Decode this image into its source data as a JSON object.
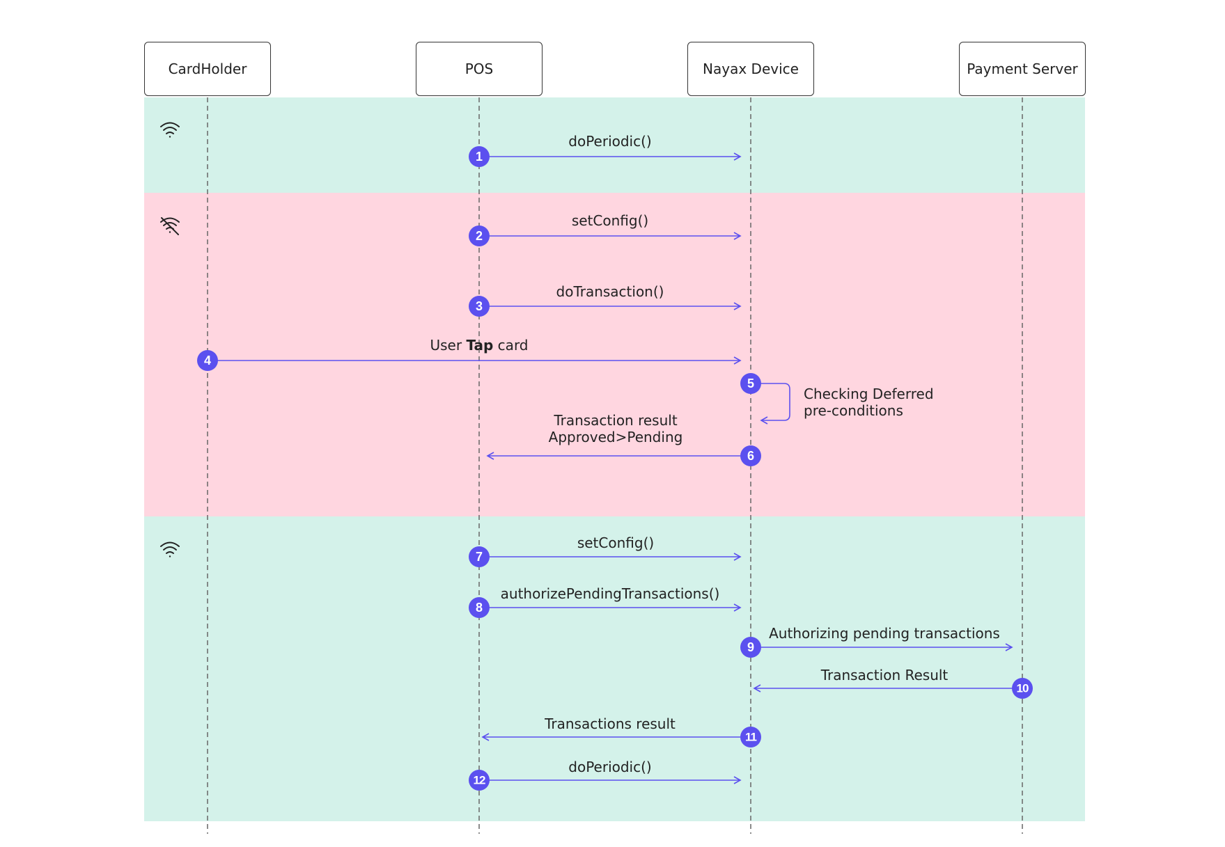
{
  "colors": {
    "online_band": "#d4f2ea",
    "offline_band": "#ffd6e0",
    "arrow": "#5b50ef",
    "badge": "#5b50ef",
    "lifeline": "#666666",
    "box_border": "#333333"
  },
  "actors": [
    {
      "id": "cardholder",
      "label": "CardHolder"
    },
    {
      "id": "pos",
      "label": "POS"
    },
    {
      "id": "nayax",
      "label": "Nayax Device"
    },
    {
      "id": "server",
      "label": "Payment Server"
    }
  ],
  "bands": [
    {
      "state": "online",
      "icon": "wifi-icon"
    },
    {
      "state": "offline",
      "icon": "wifi-off-icon"
    },
    {
      "state": "online",
      "icon": "wifi-icon"
    }
  ],
  "messages": [
    {
      "num": "1",
      "from": "pos",
      "to": "nayax",
      "label": "doPeriodic()"
    },
    {
      "num": "2",
      "from": "pos",
      "to": "nayax",
      "label": "setConfig()"
    },
    {
      "num": "3",
      "from": "pos",
      "to": "nayax",
      "label": "doTransaction()"
    },
    {
      "num": "4",
      "from": "cardholder",
      "to": "nayax",
      "label_pre": "User ",
      "label_bold": "Tap",
      "label_post": " card"
    },
    {
      "num": "5",
      "from": "nayax",
      "to": "nayax",
      "label_line1": "Checking Deferred",
      "label_line2": "pre-conditions"
    },
    {
      "num": "6",
      "from": "nayax",
      "to": "pos",
      "label_line1": "Transaction result",
      "label_line2": "Approved>Pending"
    },
    {
      "num": "7",
      "from": "pos",
      "to": "nayax",
      "label": "setConfig()"
    },
    {
      "num": "8",
      "from": "pos",
      "to": "nayax",
      "label": "authorizePendingTransactions()"
    },
    {
      "num": "9",
      "from": "nayax",
      "to": "server",
      "label": "Authorizing pending transactions"
    },
    {
      "num": "10",
      "from": "server",
      "to": "nayax",
      "label": "Transaction Result"
    },
    {
      "num": "11",
      "from": "nayax",
      "to": "pos",
      "label": "Transactions result"
    },
    {
      "num": "12",
      "from": "pos",
      "to": "nayax",
      "label": "doPeriodic()"
    }
  ]
}
